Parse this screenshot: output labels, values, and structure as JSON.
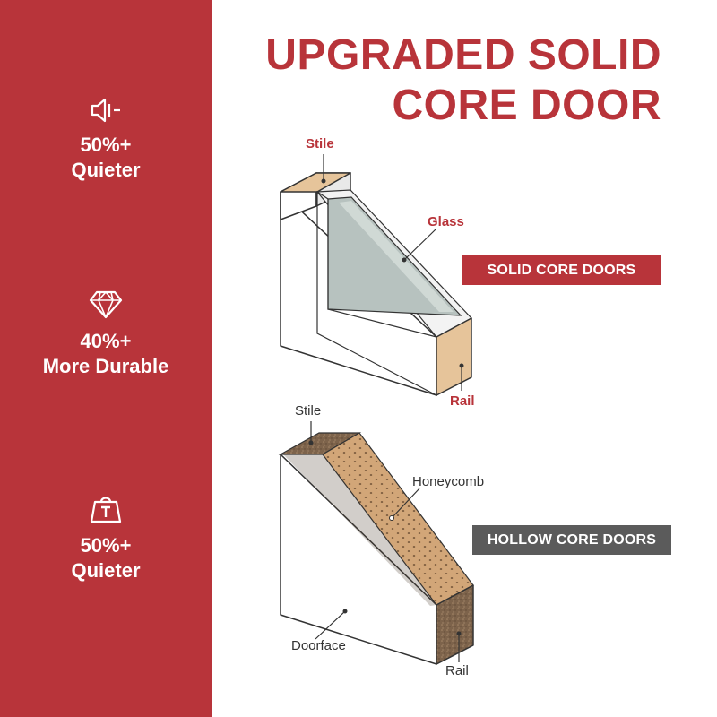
{
  "title": {
    "line1": "UPGRADED SOLID",
    "line2": "CORE DOOR"
  },
  "features": [
    {
      "icon": "speaker-mute-icon",
      "line1": "50%+",
      "line2": "Quieter"
    },
    {
      "icon": "diamond-icon",
      "line1": "40%+",
      "line2": "More Durable"
    },
    {
      "icon": "weight-icon",
      "line1": "50%+",
      "line2": "Quieter"
    }
  ],
  "solid_door": {
    "badge": "SOLID CORE DOORS",
    "labels": {
      "stile": "Stile",
      "glass": "Glass",
      "rail": "Rail"
    }
  },
  "hollow_door": {
    "badge": "HOLLOW CORE DOORS",
    "labels": {
      "stile": "Stile",
      "honeycomb": "Honeycomb",
      "doorface": "Doorface",
      "rail": "Rail"
    }
  },
  "colors": {
    "brand_red": "#b8343a",
    "badge_gray": "#5b5b5b",
    "wood": "#e6c49a",
    "glass": "#b7c2bf"
  }
}
